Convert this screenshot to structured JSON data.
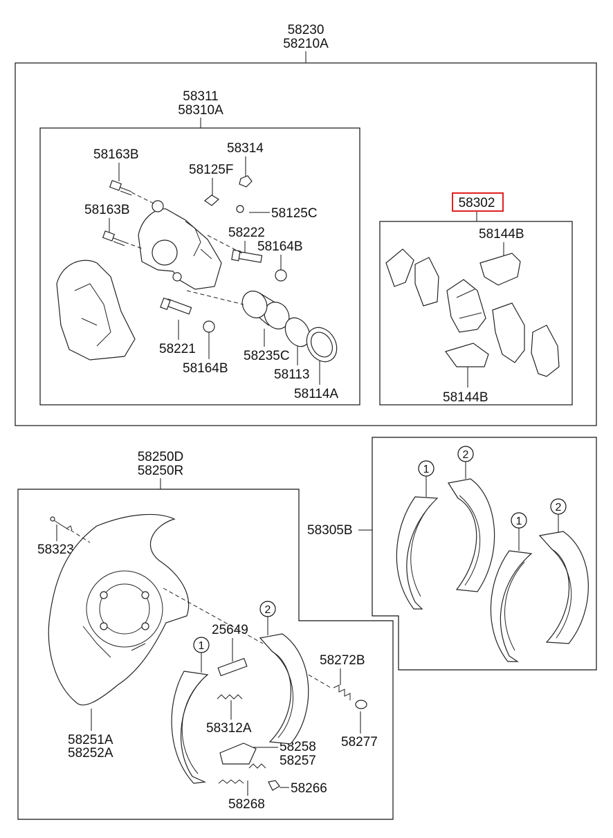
{
  "assembly": {
    "top": [
      "58230",
      "58210A"
    ],
    "caliper": [
      "58311",
      "58310A"
    ],
    "pad_kit": "58302",
    "backing": [
      "58250D",
      "58250R"
    ]
  },
  "callouts": {
    "c58163B_a": "58163B",
    "c58314": "58314",
    "c58125F": "58125F",
    "c58163B_b": "58163B",
    "c58125C": "58125C",
    "c58222": "58222",
    "c58164B_a": "58164B",
    "c58221": "58221",
    "c58164B_b": "58164B",
    "c58235C": "58235C",
    "c58113": "58113",
    "c58114A": "58114A",
    "c58144B_a": "58144B",
    "c58144B_b": "58144B",
    "c58305B": "58305B",
    "c58323": "58323",
    "c58251A": "58251A",
    "c58252A": "58252A",
    "c25649": "25649",
    "c58272B": "58272B",
    "c58312A": "58312A",
    "c58277": "58277",
    "c58258": "58258",
    "c58257": "58257",
    "c58266": "58266",
    "c58268": "58268"
  },
  "shoe_markers": [
    "1",
    "2",
    "1",
    "2",
    "2",
    "1"
  ],
  "highlight_color": "#e0201e"
}
